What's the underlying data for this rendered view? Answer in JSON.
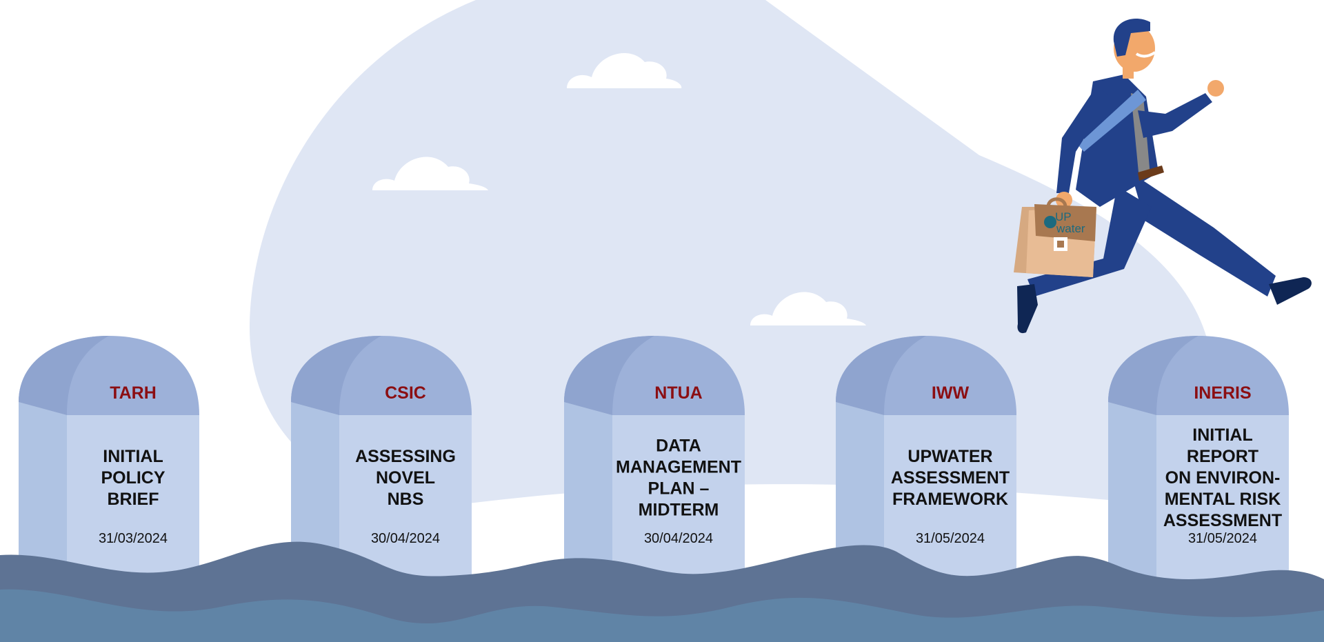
{
  "milestones": [
    {
      "org": "TARH",
      "title": [
        "INITIAL",
        "POLICY",
        "BRIEF"
      ],
      "date": "31/03/2024"
    },
    {
      "org": "CSIC",
      "title": [
        "ASSESSING",
        "NOVEL",
        "NBS"
      ],
      "date": "30/04/2024"
    },
    {
      "org": "NTUA",
      "title": [
        "DATA",
        "MANAGEMENT",
        "PLAN –",
        "MIDTERM"
      ],
      "date": "30/04/2024"
    },
    {
      "org": "IWW",
      "title": [
        "UPWATER",
        "ASSESSMENT",
        "FRAMEWORK"
      ],
      "date": "31/05/2024"
    },
    {
      "org": "INERIS",
      "title": [
        "INITIAL",
        "REPORT",
        "ON ENVIRON-",
        "MENTAL RISK",
        "ASSESSMENT"
      ],
      "date": "31/05/2024"
    }
  ],
  "briefcase_logo": {
    "line1": "UP",
    "line2": "water"
  },
  "colors": {
    "org": "#8b0e12",
    "sky": "#dfe6f4",
    "wave_dark": "#5e7394",
    "wave_light": "#6084a6",
    "suit": "#22418a"
  }
}
